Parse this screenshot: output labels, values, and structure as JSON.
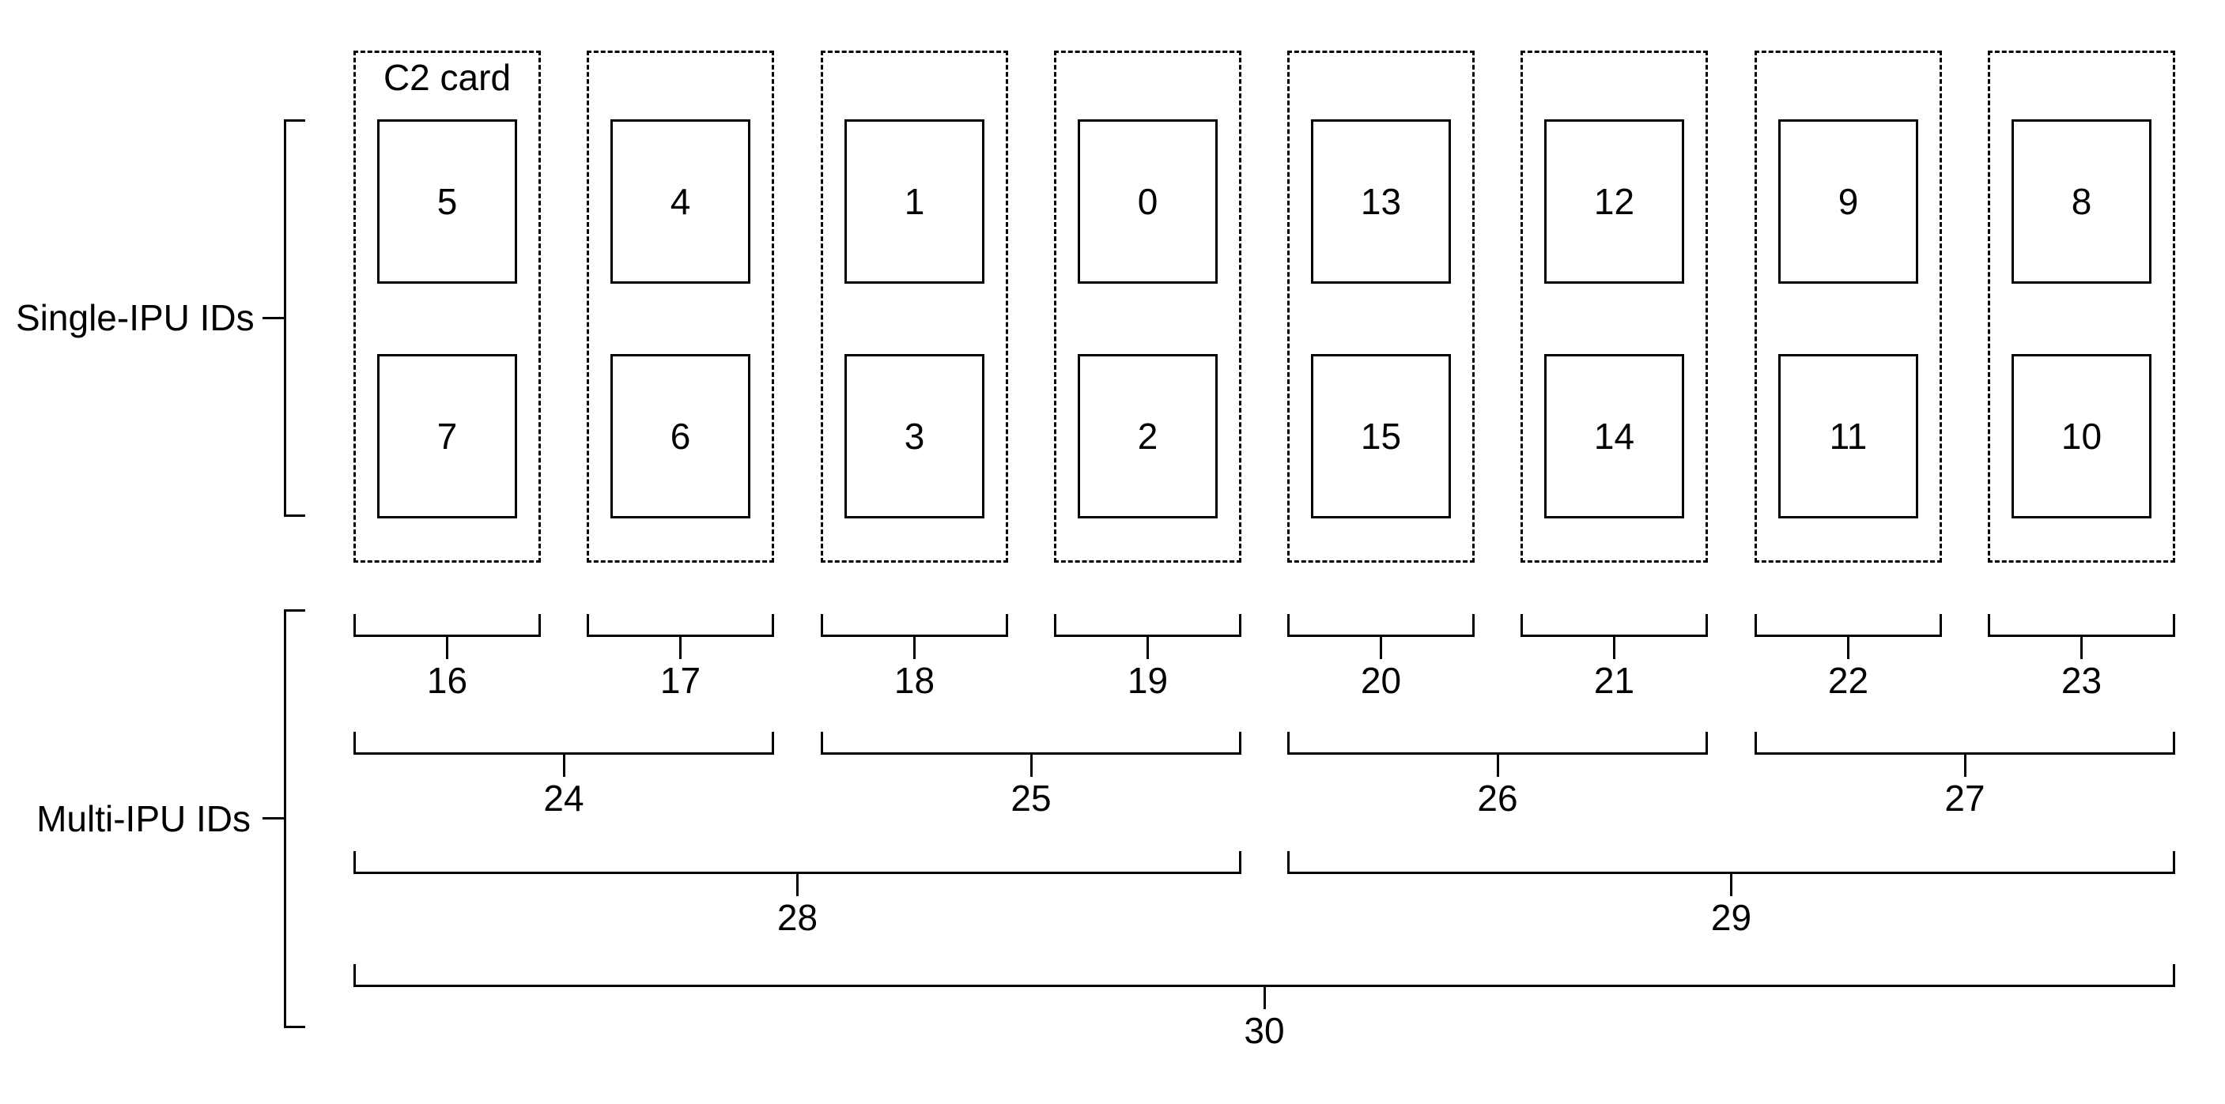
{
  "figure": {
    "background": "#ffffff",
    "line_color": "#000000",
    "card_label": "C2 card",
    "side_labels": {
      "single_ipu": "Single-IPU IDs",
      "multi_ipu": "Multi-IPU IDs"
    },
    "cards": [
      {
        "top_ipu": "5",
        "bottom_ipu": "7"
      },
      {
        "top_ipu": "4",
        "bottom_ipu": "6"
      },
      {
        "top_ipu": "1",
        "bottom_ipu": "3"
      },
      {
        "top_ipu": "0",
        "bottom_ipu": "2"
      },
      {
        "top_ipu": "13",
        "bottom_ipu": "15"
      },
      {
        "top_ipu": "12",
        "bottom_ipu": "14"
      },
      {
        "top_ipu": "9",
        "bottom_ipu": "11"
      },
      {
        "top_ipu": "8",
        "bottom_ipu": "10"
      }
    ],
    "multi_ipu_rows": [
      {
        "brackets": [
          {
            "label": "16",
            "from_card": 0,
            "to_card": 0
          },
          {
            "label": "17",
            "from_card": 1,
            "to_card": 1
          },
          {
            "label": "18",
            "from_card": 2,
            "to_card": 2
          },
          {
            "label": "19",
            "from_card": 3,
            "to_card": 3
          },
          {
            "label": "20",
            "from_card": 4,
            "to_card": 4
          },
          {
            "label": "21",
            "from_card": 5,
            "to_card": 5
          },
          {
            "label": "22",
            "from_card": 6,
            "to_card": 6
          },
          {
            "label": "23",
            "from_card": 7,
            "to_card": 7
          }
        ]
      },
      {
        "brackets": [
          {
            "label": "24",
            "from_card": 0,
            "to_card": 1
          },
          {
            "label": "25",
            "from_card": 2,
            "to_card": 3
          },
          {
            "label": "26",
            "from_card": 4,
            "to_card": 5
          },
          {
            "label": "27",
            "from_card": 6,
            "to_card": 7
          }
        ]
      },
      {
        "brackets": [
          {
            "label": "28",
            "from_card": 0,
            "to_card": 3
          },
          {
            "label": "29",
            "from_card": 4,
            "to_card": 7
          }
        ]
      },
      {
        "brackets": [
          {
            "label": "30",
            "from_card": 0,
            "to_card": 7
          }
        ]
      }
    ]
  }
}
